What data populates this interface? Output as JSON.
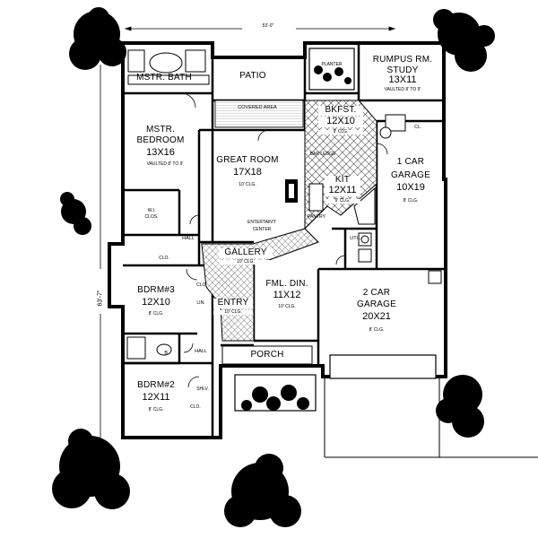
{
  "overall_width": "53'-0\"",
  "overall_depth": "63'-7\"",
  "rooms": {
    "mstr_bath": {
      "name": "MSTR. BATH"
    },
    "patio": {
      "name": "PATIO",
      "sub": "COVERED AREA"
    },
    "planter": {
      "name": "PLANTER"
    },
    "rumpus": {
      "name": "RUMPUS RM.",
      "sub": "STUDY",
      "size": "13X11",
      "note": "VAULTED 8' TO 9'"
    },
    "mstr_bedroom": {
      "name": "MSTR.",
      "name2": "BEDROOM",
      "size": "13X16",
      "note": "VAULTED 8' TO 9'"
    },
    "great_room": {
      "name": "GREAT ROOM",
      "size": "17X18",
      "note": "10' CLG."
    },
    "bkfst": {
      "name": "BKFST.",
      "size": "12X10",
      "note": "9' CLG."
    },
    "kit": {
      "name": "KIT",
      "size": "12X11",
      "note": "9' CLG."
    },
    "one_car": {
      "name": "1 CAR",
      "name2": "GARAGE",
      "size": "10X19",
      "note": "8' CLG."
    },
    "two_car": {
      "name": "2 CAR",
      "name2": "GARAGE",
      "size": "20X21",
      "note": "8' CLG."
    },
    "fml_din": {
      "name": "FML. DIN.",
      "size": "11X12",
      "note": "10' CLG."
    },
    "gallery": {
      "name": "GALLERY",
      "note": "10' CLG."
    },
    "entry": {
      "name": "ENTRY",
      "note": "10' CLG."
    },
    "porch": {
      "name": "PORCH"
    },
    "bdrm3": {
      "name": "BDRM#3",
      "size": "12X10",
      "note": "8' CLG."
    },
    "bdrm2": {
      "name": "BDRM#2",
      "size": "12X11",
      "note": "8' CLG."
    },
    "hall1": {
      "name": "HALL"
    },
    "hall2": {
      "name": "HALL"
    },
    "bath2": {
      "name": "B."
    },
    "util": {
      "name": "UTIL."
    },
    "wic": {
      "name": "W.I.",
      "name2": "CLOS."
    },
    "clo1": {
      "name": "CLO."
    },
    "clo2": {
      "name": "CLO."
    },
    "clo3": {
      "name": "CLO."
    },
    "cl_garage": {
      "name": "CL."
    },
    "lin": {
      "name": "LIN."
    },
    "shlv": {
      "name": "SHLV."
    },
    "pnt": {
      "name": "PANTRY"
    },
    "entertain": {
      "name": "ENTERTAIN'T",
      "name2": "CENTER"
    },
    "bar_ledge": {
      "name": "BAR LEDGE"
    }
  }
}
